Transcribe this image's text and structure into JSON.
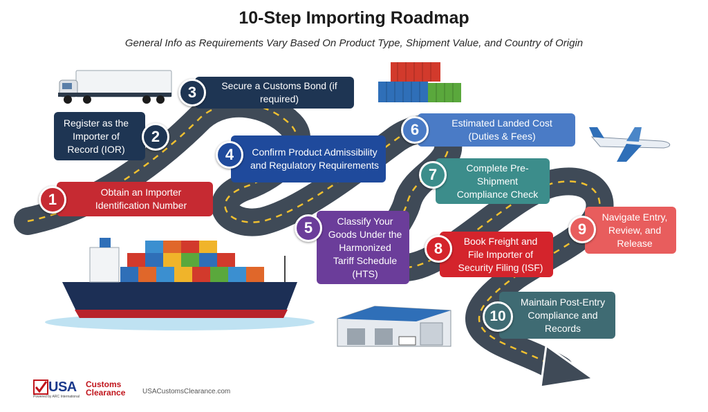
{
  "header": {
    "title": "10-Step Importing Roadmap",
    "subtitle": "General Info as Requirements Vary Based On Product Type, Shipment Value, and Country of Origin"
  },
  "steps": [
    {
      "number": "1",
      "label": "Obtain an Importer Identification Number",
      "color": "#c62a32"
    },
    {
      "number": "2",
      "label": "Register as the Importer of Record (IOR)",
      "color": "#1e3553"
    },
    {
      "number": "3",
      "label": "Secure a Customs Bond (if required)",
      "color": "#1e3553"
    },
    {
      "number": "4",
      "label": "Confirm Product Admissibility and Regulatory Requirements",
      "color": "#1f4a9c"
    },
    {
      "number": "5",
      "label": "Classify Your Goods Under the Harmonized Tariff Schedule (HTS)",
      "color": "#6b3d9a"
    },
    {
      "number": "6",
      "label": "Estimated Landed Cost (Duties & Fees)",
      "color": "#4a7bc6"
    },
    {
      "number": "7",
      "label": "Complete Pre-Shipment Compliance Check",
      "color": "#3c8d8b"
    },
    {
      "number": "8",
      "label": "Book Freight and File Importer of Security Filing (ISF)",
      "color": "#d4242c"
    },
    {
      "number": "9",
      "label": "Navigate Entry, Review, and Release",
      "color": "#e85d5d"
    },
    {
      "number": "10",
      "label": "Maintain Post-Entry Compliance and Records",
      "color": "#3f6b73"
    }
  ],
  "branding": {
    "logo_usa": "USA",
    "logo_customs": "Customs Clearance",
    "logo_tagline": "Powered by ARC International",
    "website": "USACustomsClearance.com"
  },
  "icons": [
    "truck-icon",
    "container-stack-icon",
    "airplane-icon",
    "cargo-ship-icon",
    "warehouse-icon",
    "road-arrow-icon"
  ],
  "colors": {
    "road": "#3f4a57",
    "road_edge": "#ffffff",
    "road_dash": "#f0c030",
    "water": "#bfe2f2"
  }
}
